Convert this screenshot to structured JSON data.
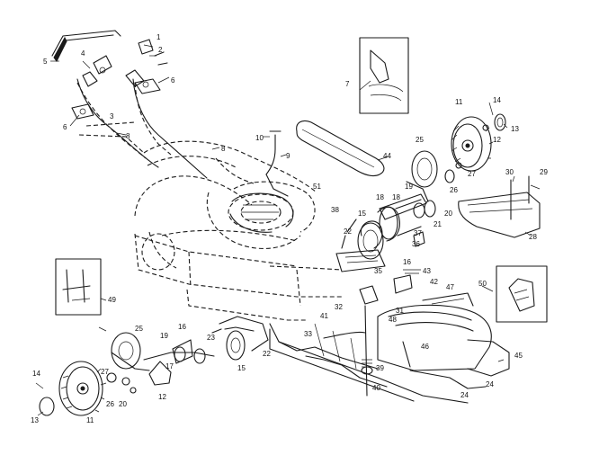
{
  "diagram": {
    "labels": [
      "1",
      "2",
      "3",
      "4",
      "5",
      "6",
      "6",
      "7",
      "8",
      "8",
      "9",
      "10",
      "11",
      "11",
      "12",
      "12",
      "13",
      "13",
      "14",
      "14",
      "15",
      "15",
      "16",
      "16",
      "17",
      "18",
      "18",
      "19",
      "19",
      "20",
      "20",
      "21",
      "22",
      "22",
      "23",
      "24",
      "24",
      "25",
      "25",
      "26",
      "26",
      "27",
      "27",
      "28",
      "29",
      "30",
      "31",
      "32",
      "33",
      "35",
      "36",
      "37",
      "38",
      "39",
      "40",
      "41",
      "42",
      "43",
      "44",
      "45",
      "46",
      "47",
      "48",
      "49",
      "50",
      "51"
    ]
  },
  "colors": {
    "ink": "#1a1a1a",
    "background": "#ffffff"
  }
}
